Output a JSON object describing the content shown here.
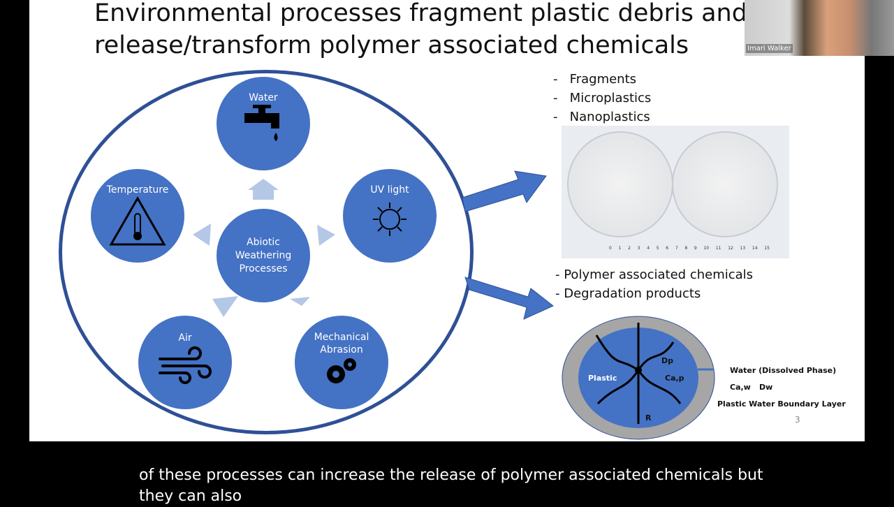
{
  "slide": {
    "title": "Environmental processes fragment plastic debris and release/transform polymer associated chemicals",
    "center": "Abiotic Weathering Processes",
    "factors": [
      {
        "label": "Water",
        "icon": "faucet-icon"
      },
      {
        "label": "UV light",
        "icon": "sun-icon"
      },
      {
        "label": "Mechanical Abrasion",
        "icon": "gears-icon"
      },
      {
        "label": "Air",
        "icon": "wind-icon"
      },
      {
        "label": "Temperature",
        "icon": "thermometer-warning-icon"
      }
    ],
    "list1": [
      "Fragments",
      "Microplastics",
      "Nanoplastics"
    ],
    "list2": [
      "Polymer associated chemicals",
      "Degradation products"
    ],
    "ruler_numbers": [
      "0",
      "1",
      "2",
      "3",
      "4",
      "5",
      "6",
      "7",
      "8",
      "9",
      "10",
      "11",
      "12",
      "13",
      "14",
      "15"
    ],
    "diagram": {
      "plastic": "Plastic",
      "dp": "Dp",
      "cap": "Ca,p",
      "r": "R",
      "water": "Water (Dissolved Phase)",
      "caw": "Ca,w",
      "dw": "Dw",
      "boundary": "Plastic Water Boundary Layer"
    },
    "page_number": "3",
    "colors": {
      "blue": "#4472c4",
      "dark_blue": "#2e5096",
      "light_arrow": "#b4c7e7",
      "gray": "#a6a6a6"
    }
  },
  "participant": {
    "name": "Imari Walker"
  },
  "caption": {
    "lines": [
      "of these processes can increase the release of polymer associated chemicals but",
      "they can also"
    ]
  }
}
